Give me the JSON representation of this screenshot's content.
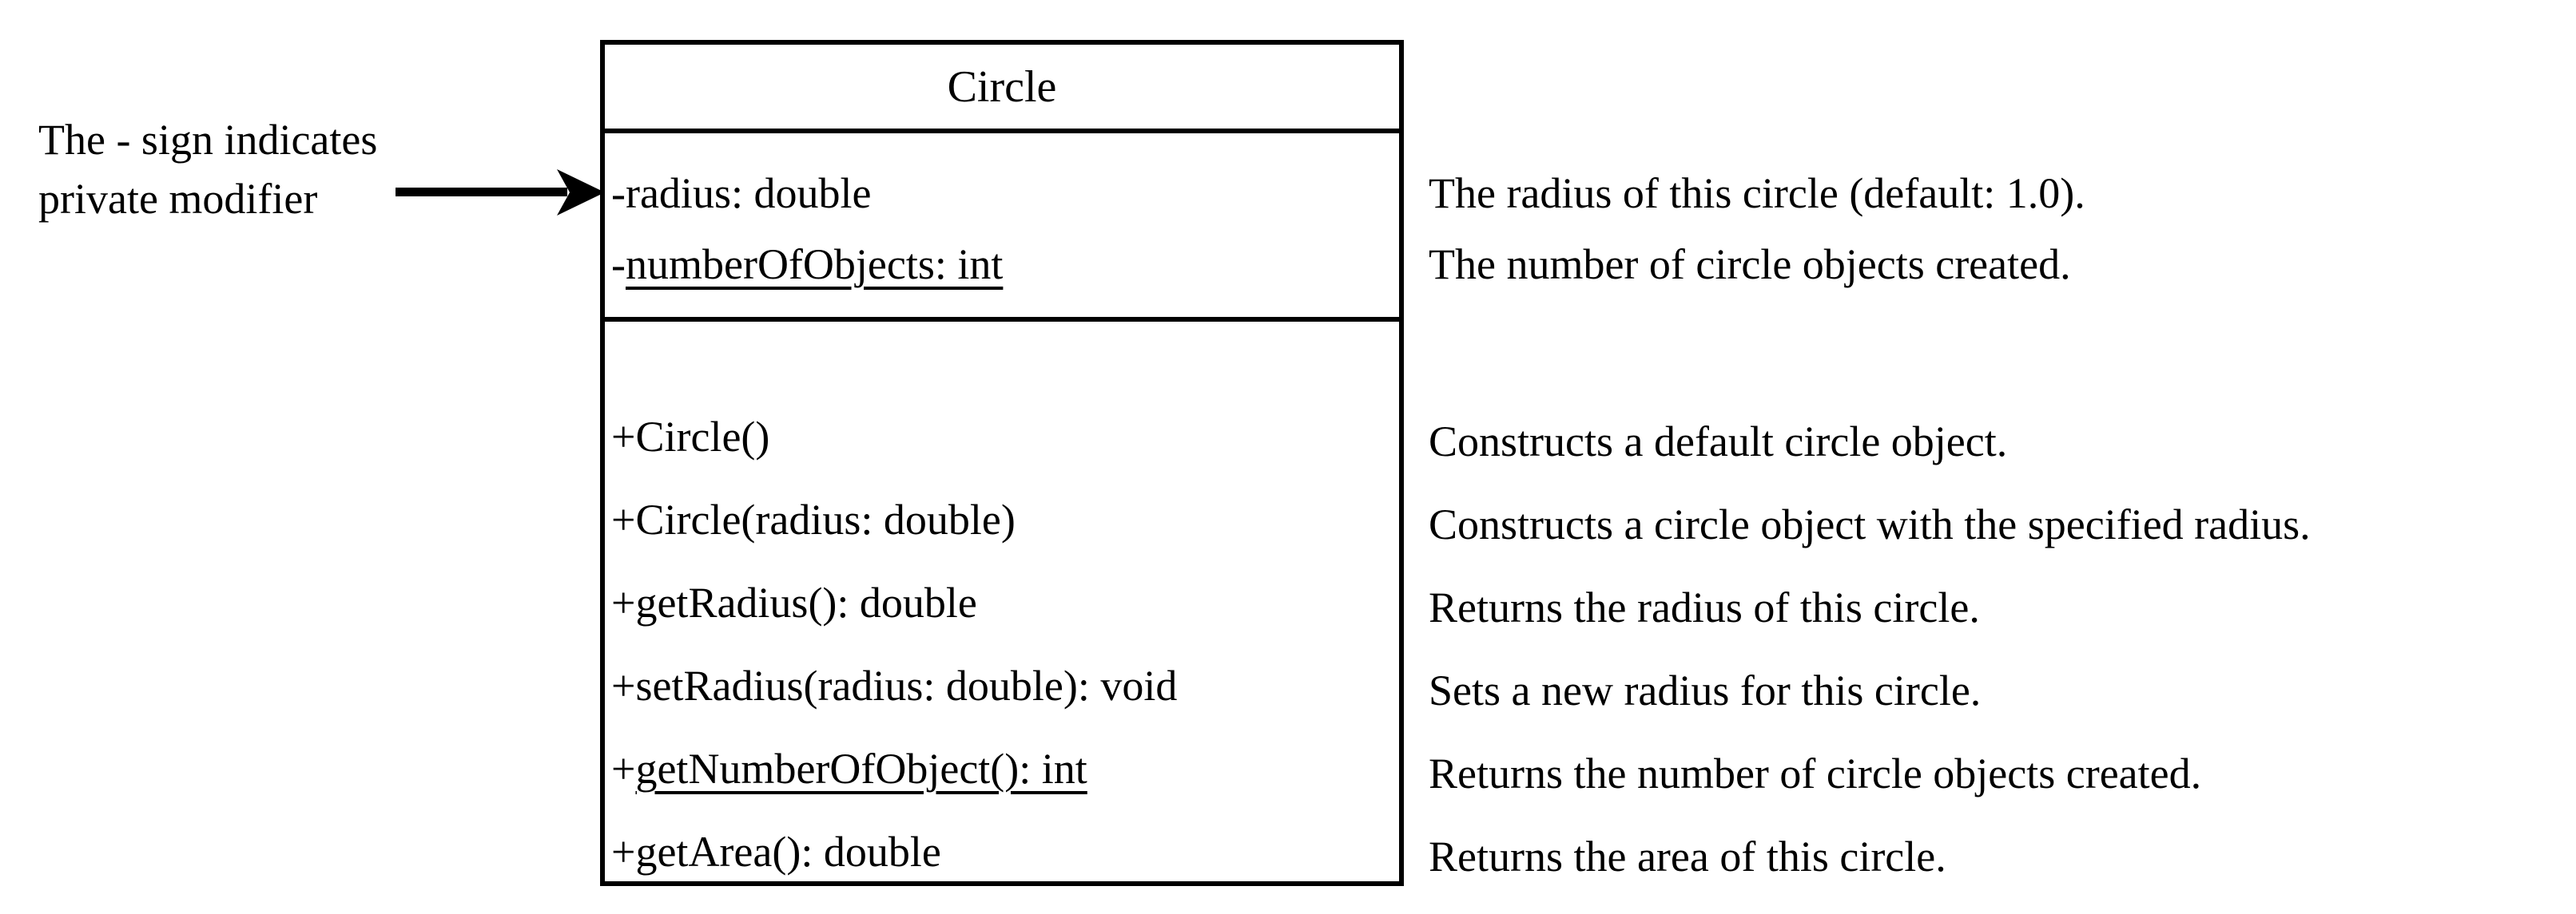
{
  "diagram": {
    "type": "uml-class-diagram",
    "background_color": "#ffffff",
    "line_color": "#000000",
    "text_color": "#000000"
  },
  "annotation": {
    "line1": "The - sign indicates",
    "line2": "private modifier",
    "arrow": "arrow-right-filled"
  },
  "class_box": {
    "name": "Circle",
    "attributes": [
      {
        "sigil": "-",
        "body": "radius: double",
        "static": false,
        "description": "The radius of this circle (default: 1.0)."
      },
      {
        "sigil": "-",
        "body": "numberOfObjects: int",
        "static": true,
        "description": "The number of circle objects created."
      }
    ],
    "methods": [
      {
        "sigil": "+",
        "body": "Circle()",
        "static": false,
        "description": "Constructs a default circle object."
      },
      {
        "sigil": "+",
        "body": "Circle(radius: double)",
        "static": false,
        "description": "Constructs a circle object with the specified radius."
      },
      {
        "sigil": "+",
        "body": "getRadius(): double",
        "static": false,
        "description": "Returns the radius of this circle."
      },
      {
        "sigil": "+",
        "body": "setRadius(radius: double): void",
        "static": false,
        "description": "Sets a new radius for this circle."
      },
      {
        "sigil": "+",
        "body": "getNumberOfObject(): int",
        "static": true,
        "description": "Returns the number of circle objects created."
      },
      {
        "sigil": "+",
        "body": "getArea(): double",
        "static": false,
        "description": "Returns the area of this circle."
      }
    ]
  }
}
